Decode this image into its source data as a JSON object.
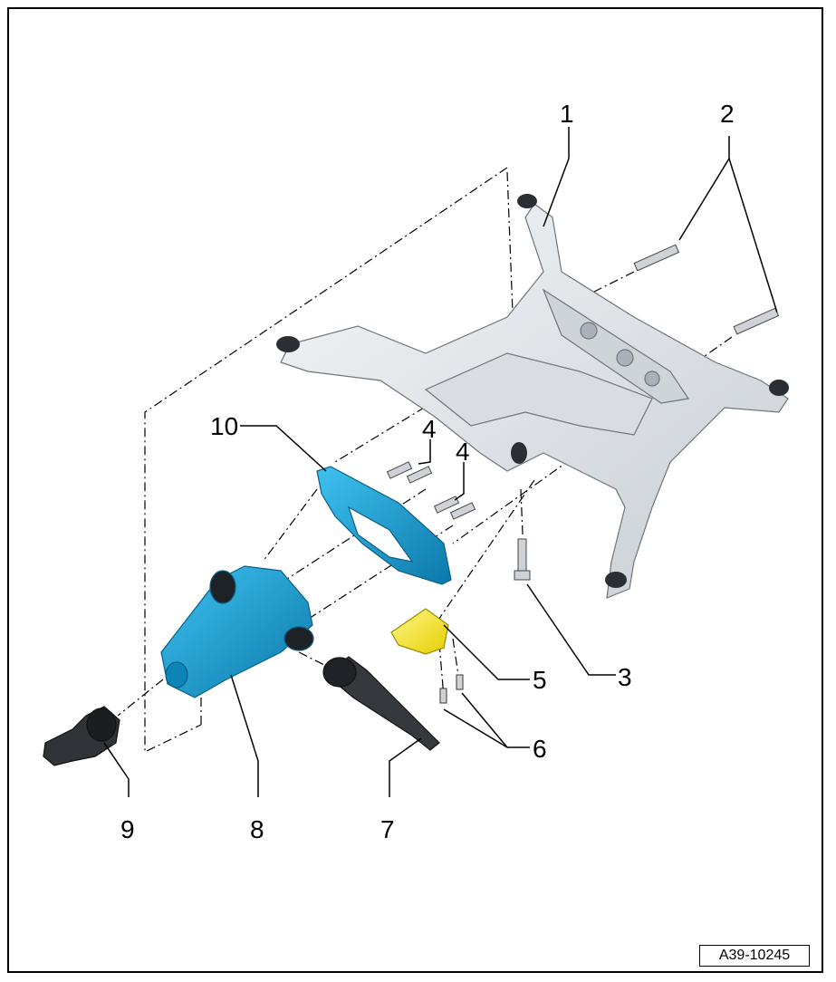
{
  "figure": {
    "reference_code": "A39-10245"
  },
  "callouts": [
    {
      "id": "1",
      "label": "1"
    },
    {
      "id": "2",
      "label": "2"
    },
    {
      "id": "3",
      "label": "3"
    },
    {
      "id": "4a",
      "label": "4"
    },
    {
      "id": "4b",
      "label": "4"
    },
    {
      "id": "5",
      "label": "5"
    },
    {
      "id": "6",
      "label": "6"
    },
    {
      "id": "7",
      "label": "7"
    },
    {
      "id": "8",
      "label": "8"
    },
    {
      "id": "9",
      "label": "9"
    },
    {
      "id": "10",
      "label": "10"
    }
  ],
  "colors": {
    "subframe": "#e6e9ec",
    "subframe_shade": "#b9bfc5",
    "highlight_blue": "#1aa9e0",
    "highlight_blue_dark": "#0c6e9a",
    "highlight_yellow": "#fff14a",
    "dark_part": "#2a2d31",
    "line": "#000000"
  }
}
